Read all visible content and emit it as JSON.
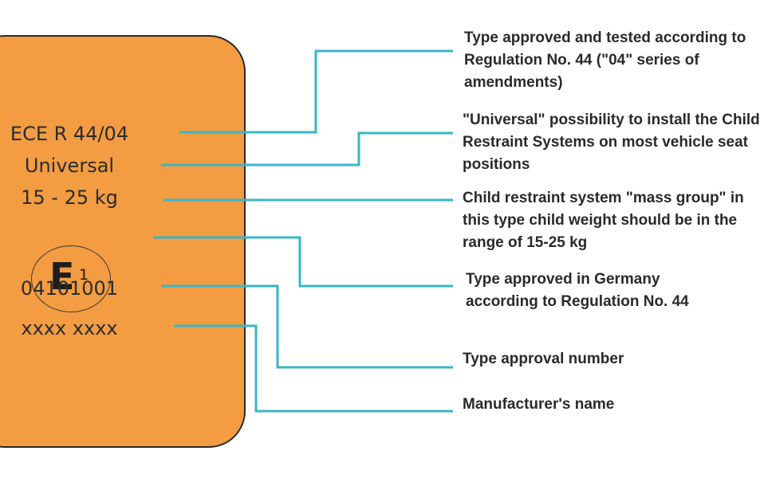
{
  "colors": {
    "card_fill": "#f39c42",
    "card_border": "#2a2a2a",
    "leader_line": "#38b6c8",
    "text": "#2a2a2a"
  },
  "card": {
    "regulation": "ECE R 44/04",
    "category": "Universal",
    "mass_range": "15 - 25 kg",
    "approval_mark_letter": "E",
    "approval_mark_country": "1",
    "approval_number": "04101001",
    "manufacturer": "xxxx xxxx"
  },
  "descriptions": {
    "regulation": "Type approved and tested according to\nRegulation No. 44 (\"04\" series of\namendments)",
    "category": "\"Universal\" possibility to install the Child\nRestraint Systems on most vehicle seat\npositions",
    "mass_range": "Child restraint system \"mass group\" in\nthis type child weight should be in the\nrange of 15-25 kg",
    "approval_mark": "Type approved in Germany\naccording to Regulation No. 44",
    "approval_number": "Type approval number",
    "manufacturer": "Manufacturer's name"
  }
}
